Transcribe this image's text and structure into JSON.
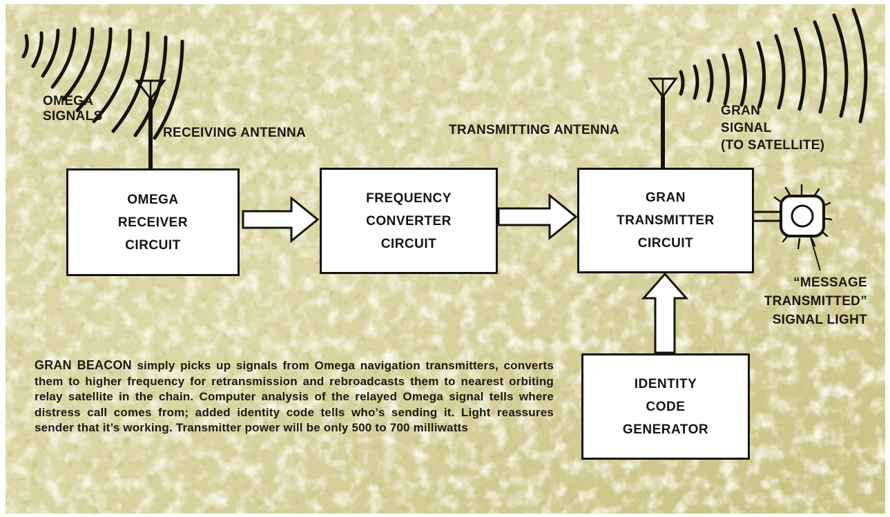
{
  "colors": {
    "background": "#ddd8a4",
    "ink": "#15130d",
    "box_fill": "#ffffff"
  },
  "labels": {
    "omega_signals": [
      "OMEGA",
      "SIGNALS"
    ],
    "receiving_antenna": "RECEIVING ANTENNA",
    "transmitting_antenna": "TRANSMITTING ANTENNA",
    "gran_signal": [
      "GRAN",
      "SIGNAL",
      "(TO SATELLITE)"
    ],
    "message_light": [
      "“MESSAGE",
      "TRANSMITTED”",
      "SIGNAL LIGHT"
    ]
  },
  "boxes": {
    "omega_receiver": [
      "OMEGA",
      "RECEIVER",
      "CIRCUIT"
    ],
    "frequency_converter": [
      "FREQUENCY",
      "CONVERTER",
      "CIRCUIT"
    ],
    "gran_transmitter": [
      "GRAN",
      "TRANSMITTER",
      "CIRCUIT"
    ],
    "identity_code": [
      "IDENTITY",
      "CODE",
      "GENERATOR"
    ]
  },
  "caption": {
    "lead": "GRAN BEACON",
    "body": "simply picks up signals from Omega navigation transmitters, converts them to higher frequency for retransmission and rebroadcasts them to nearest orbiting relay satellite in the chain. Computer analysis of the relayed Omega signal tells where distress call comes from; added identity code tells who’s sending it. Light reassures sender that it’s working. Transmitter power will be only 500 to 700 milliwatts"
  }
}
